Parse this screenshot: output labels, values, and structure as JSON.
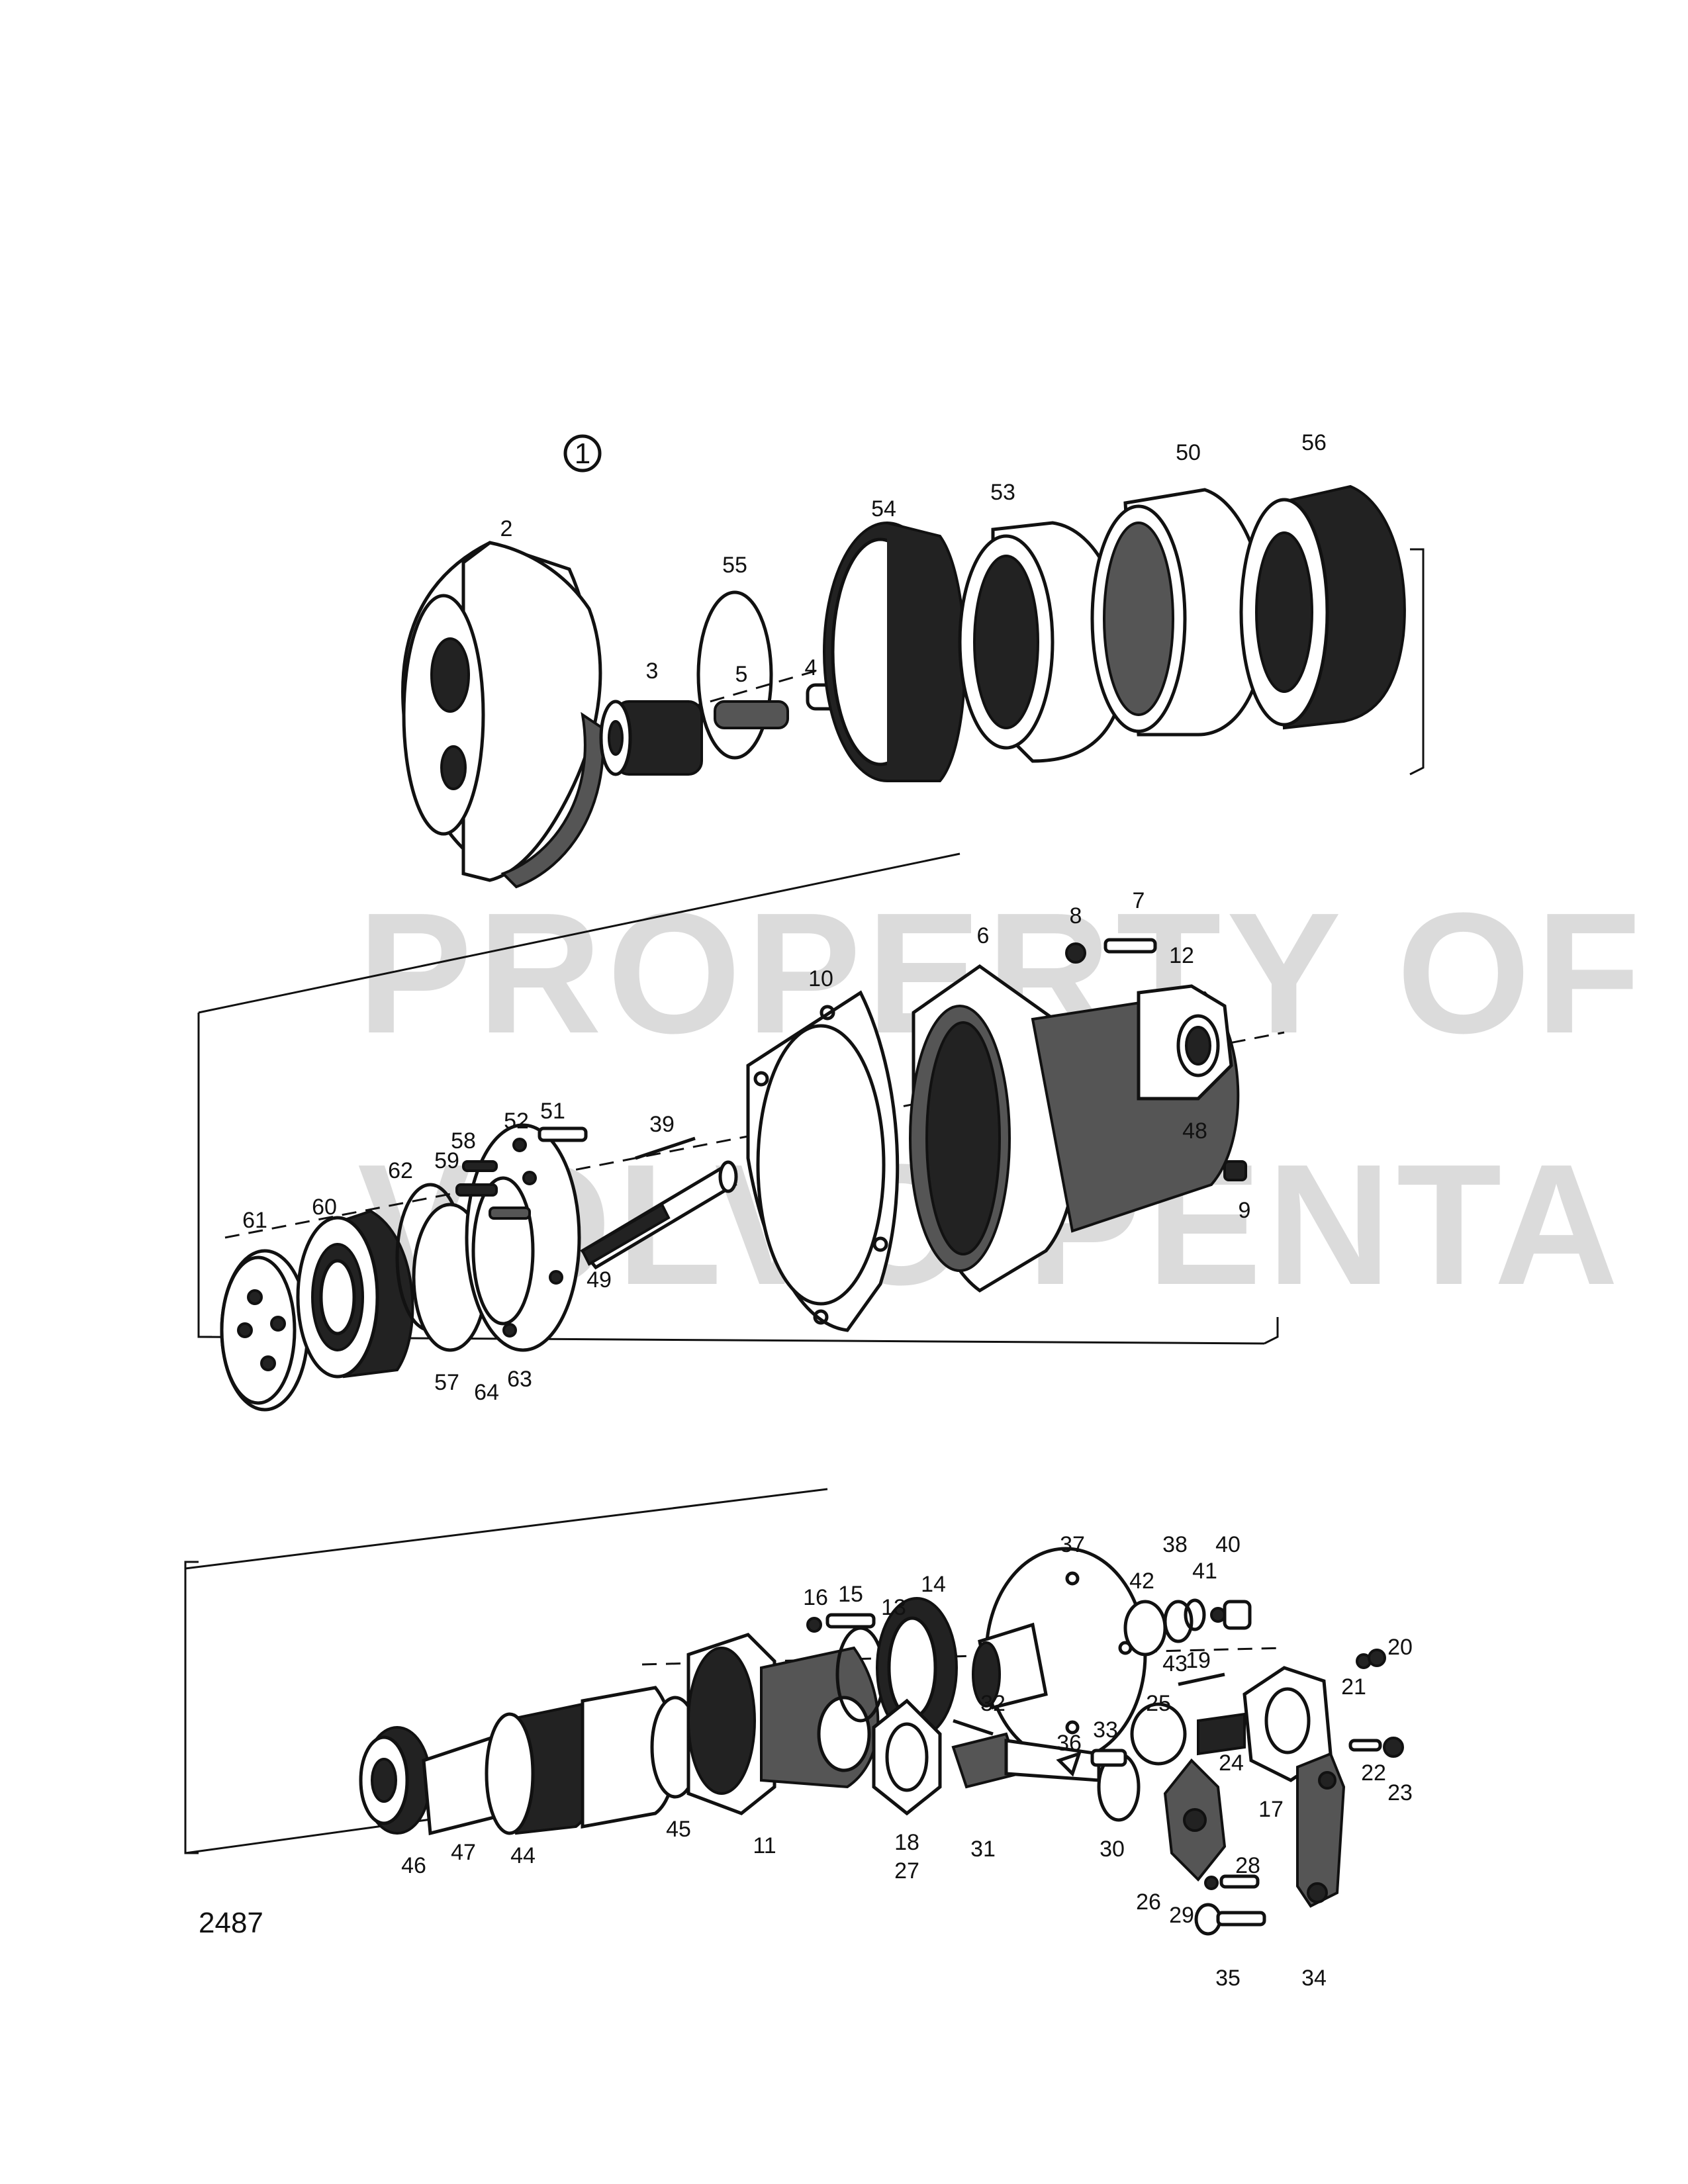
{
  "figure": {
    "callout": "1",
    "drawing_number": "2487",
    "watermark_line1": "PROPERTY OF",
    "watermark_line2": "VOLVO PENTA"
  },
  "part_labels": {
    "p2": "2",
    "p3": "3",
    "p4": "4",
    "p5": "5",
    "p50": "50",
    "p53": "53",
    "p54": "54",
    "p55": "55",
    "p56": "56",
    "p6": "6",
    "p7": "7",
    "p8": "8",
    "p9": "9",
    "p10": "10",
    "p12": "12",
    "p39": "39",
    "p48": "48",
    "p49": "49",
    "p51": "51",
    "p52": "52",
    "p57": "57",
    "p58": "58",
    "p59": "59",
    "p60": "60",
    "p61": "61",
    "p62": "62",
    "p63": "63",
    "p64": "64",
    "p11": "11",
    "p13": "13",
    "p14": "14",
    "p15": "15",
    "p16": "16",
    "p17": "17",
    "p18": "18",
    "p19": "19",
    "p20": "20",
    "p21": "21",
    "p22": "22",
    "p23": "23",
    "p24": "24",
    "p25": "25",
    "p26": "26",
    "p27": "27",
    "p28": "28",
    "p29": "29",
    "p30": "30",
    "p31": "31",
    "p32": "32",
    "p33": "33",
    "p34": "34",
    "p35": "35",
    "p36": "36",
    "p37": "37",
    "p38": "38",
    "p40": "40",
    "p41": "41",
    "p42": "42",
    "p43": "43",
    "p44": "44",
    "p45": "45",
    "p46": "46",
    "p47": "47"
  }
}
